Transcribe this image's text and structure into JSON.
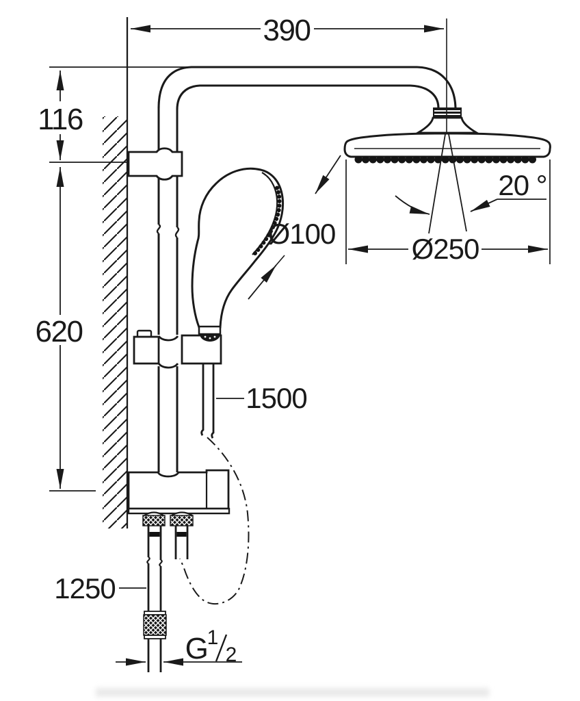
{
  "figure": {
    "kind": "technical-dimension-drawing",
    "subject": "shower system with overhead shower, hand shower, rail and hoses",
    "units": "mm"
  },
  "colors": {
    "line": "#1a1a1a",
    "background": "#ffffff"
  },
  "dims": {
    "arm_reach": "390",
    "head_drop": "116",
    "rail_span": "620",
    "hand_shower_dia": "Ø100",
    "head_dia": "Ø250",
    "spray_angle": "20 °",
    "hand_hose_len": "1500",
    "supply_hose_len": "1250",
    "thread_letter": "G",
    "thread_numerator": "1",
    "thread_denominator": "2"
  }
}
